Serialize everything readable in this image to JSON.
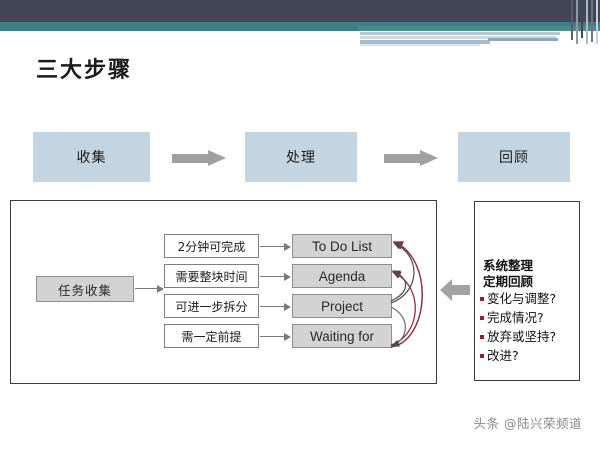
{
  "slide": {
    "title": "三大步骤",
    "watermark": "头条 @陆兴荣频道"
  },
  "colors": {
    "header_navy": "#434657",
    "header_teal": "#3d7f84",
    "step_box_fill": "#c3d4e2",
    "grey_box_fill": "#d3d3d3",
    "arrow_grey": "#a0a0a0",
    "bullet_red": "#8c2430",
    "loop_arrow_red": "#8c3440",
    "loop_arrow_dark": "#4a4a52",
    "panel_border": "#3b3b46"
  },
  "steps": {
    "boxes": [
      {
        "label": "收集"
      },
      {
        "label": "处理"
      },
      {
        "label": "回顾"
      }
    ],
    "arrows": [
      {
        "name": "arrow-collect-to-process"
      },
      {
        "name": "arrow-process-to-review"
      }
    ]
  },
  "process_panel": {
    "source_box": {
      "label": "任务收集"
    },
    "rows": [
      {
        "condition": "2分钟可完成",
        "output": "To Do List"
      },
      {
        "condition": "需要整块时间",
        "output": "Agenda"
      },
      {
        "condition": "可进一步拆分",
        "output": "Project"
      },
      {
        "condition": "需一定前提",
        "output": "Waiting for"
      }
    ],
    "loop_arrows": [
      {
        "from": "Project",
        "to": "To Do List"
      },
      {
        "from": "Project",
        "to": "Agenda"
      },
      {
        "from": "Waiting for",
        "to": "To Do List"
      },
      {
        "from": "Waiting for",
        "to": "Agenda"
      },
      {
        "from": "Project",
        "to": "Waiting for"
      }
    ]
  },
  "review_panel": {
    "heading": "系统整理\n定期回顾",
    "bullets": [
      "变化与调整?",
      "完成情况?",
      "放弃或坚持?",
      "改进?"
    ],
    "back_arrow": {
      "name": "review-feeds-back-arrow"
    }
  }
}
